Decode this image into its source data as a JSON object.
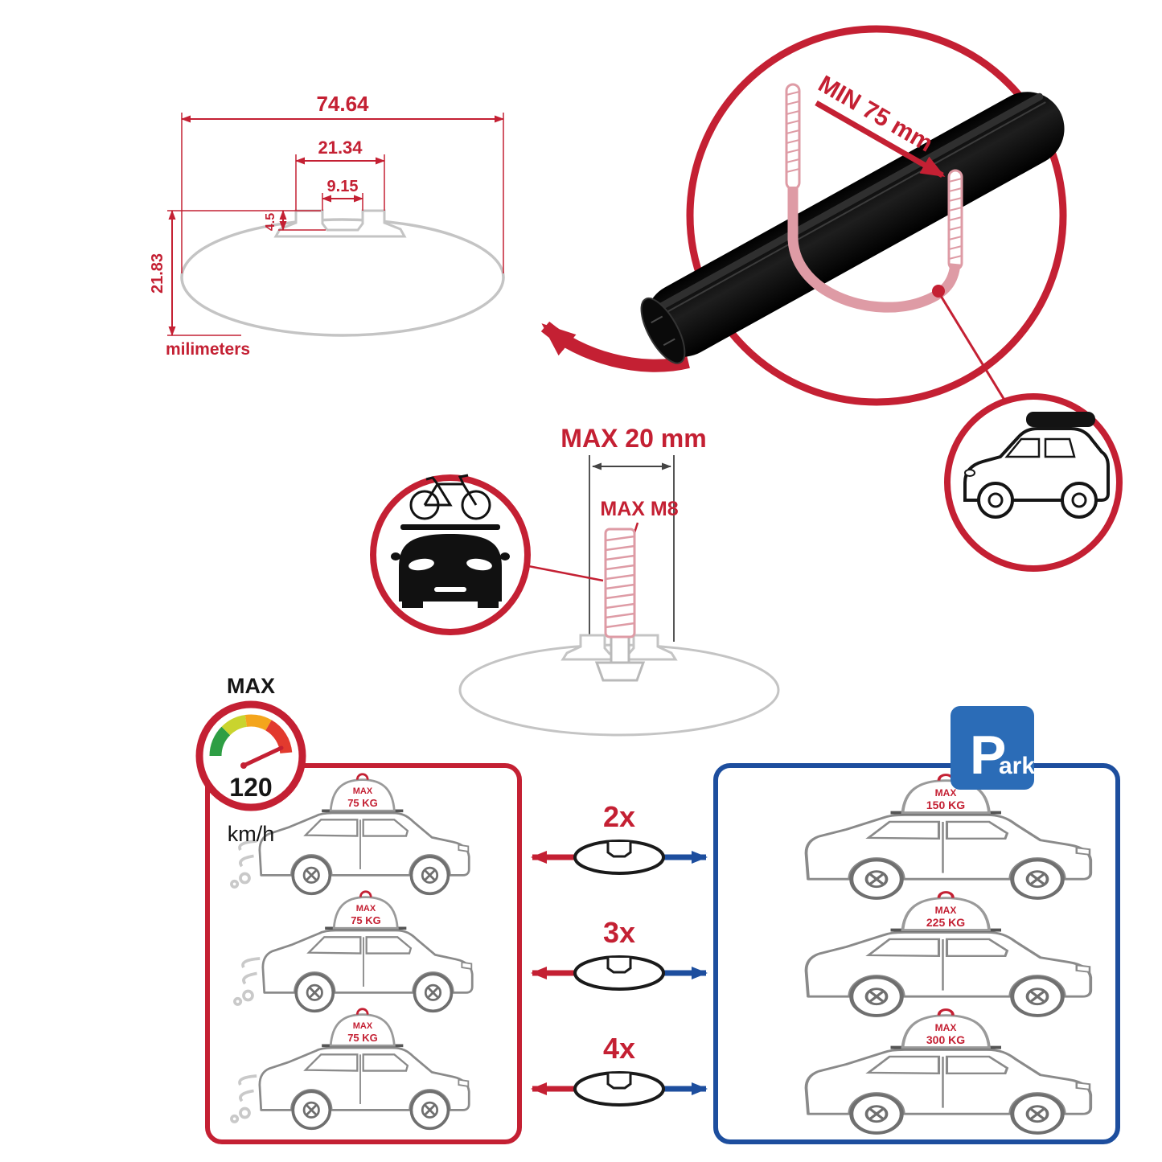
{
  "colors": {
    "accent_red": "#C42033",
    "thread_pink": "#DE9BA5",
    "panel_blue": "#1D4E9E",
    "parking_blue": "#2B6CB7",
    "outline_gray": "#C4C4C4"
  },
  "dimension_diagram": {
    "width_total": "74.64",
    "flange_width": "21.34",
    "slot_width": "9.15",
    "slot_depth": "4.5",
    "height": "21.83",
    "unit_label": "milimeters"
  },
  "crossbar": {
    "min_clearance": "MIN 75 mm"
  },
  "bolt": {
    "max_length": "MAX 20 mm",
    "max_thread": "MAX M8"
  },
  "speed_limit": {
    "label": "MAX",
    "value": "120",
    "unit": "km/h"
  },
  "driving_panel": {
    "cars": [
      {
        "cargo_label": "MAX",
        "cargo_value": "75 KG"
      },
      {
        "cargo_label": "MAX",
        "cargo_value": "75 KG"
      },
      {
        "cargo_label": "MAX",
        "cargo_value": "75 KG"
      }
    ]
  },
  "parked_panel": {
    "cars": [
      {
        "cargo_label": "MAX",
        "cargo_value": "150 KG"
      },
      {
        "cargo_label": "MAX",
        "cargo_value": "225 KG"
      },
      {
        "cargo_label": "MAX",
        "cargo_value": "300 KG"
      }
    ]
  },
  "multipliers": [
    "2x",
    "3x",
    "4x"
  ],
  "parking_sign": {
    "letter": "P",
    "rest": "ark"
  }
}
